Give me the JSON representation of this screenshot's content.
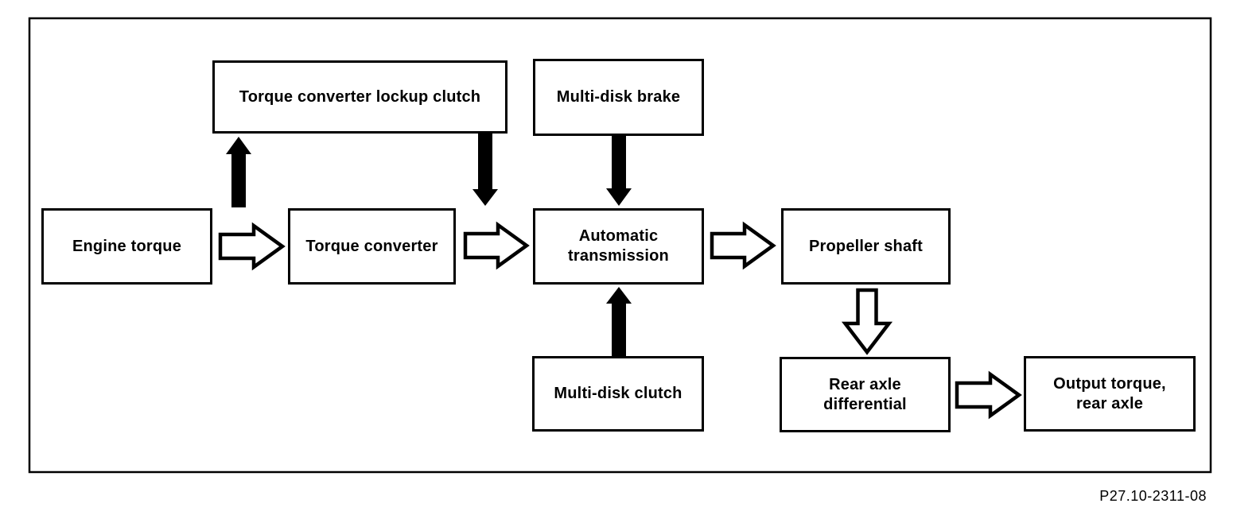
{
  "diagram": {
    "code_label": "P27.10-2311-08",
    "colors": {
      "line": "#000000",
      "background": "#ffffff"
    },
    "boxes": {
      "lockup_clutch": "Torque converter lockup clutch",
      "multi_disk_brake": "Multi-disk brake",
      "engine_torque": "Engine torque",
      "torque_converter": "Torque converter",
      "automatic_transmission": "Automatic\ntransmission",
      "propeller_shaft": "Propeller shaft",
      "multi_disk_clutch": "Multi-disk clutch",
      "rear_axle_differential": "Rear axle\ndifferential",
      "output_torque_rear_axle": "Output torque,\nrear axle"
    },
    "flows": {
      "engine_to_converter": "Engine torque -> Torque converter",
      "converter_to_transmission": "Torque converter -> Automatic transmission",
      "transmission_to_propeller": "Automatic transmission -> Propeller shaft",
      "propeller_to_rear_axle": "Propeller shaft -> Rear axle differential",
      "rear_axle_to_output": "Rear axle differential -> Output torque, rear axle",
      "lockup_engage": "Engine side -> Torque converter lockup clutch",
      "lockup_release": "Torque converter lockup clutch -> converter output",
      "brake_to_transmission": "Multi-disk brake -> Automatic transmission",
      "clutch_to_transmission": "Multi-disk clutch -> Automatic transmission"
    }
  }
}
